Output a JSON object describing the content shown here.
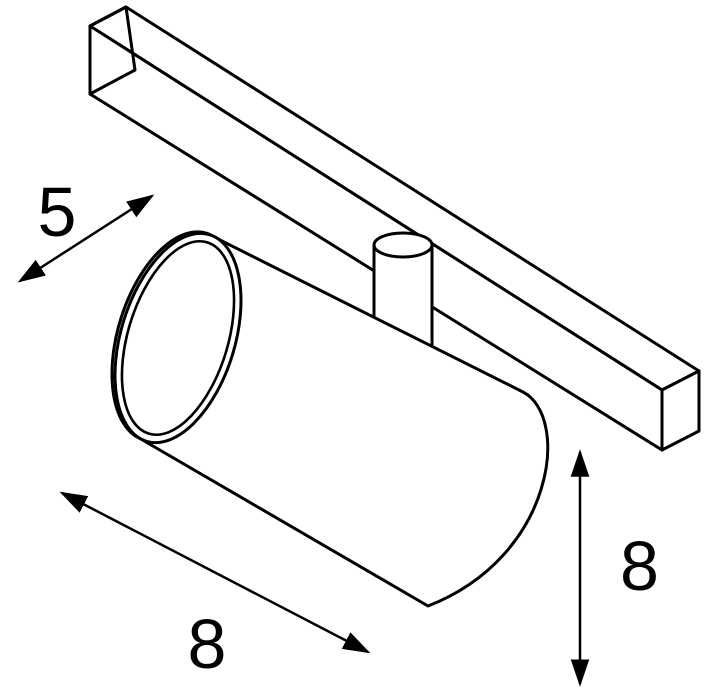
{
  "figure": {
    "type": "technical-line-drawing",
    "subject": "track-mounted-spotlight",
    "line_color": "#000000",
    "background_color": "#ffffff"
  },
  "dimensions": {
    "track_depth": {
      "label": "5"
    },
    "body_length": {
      "label": "8"
    },
    "body_height": {
      "label": "8"
    }
  }
}
